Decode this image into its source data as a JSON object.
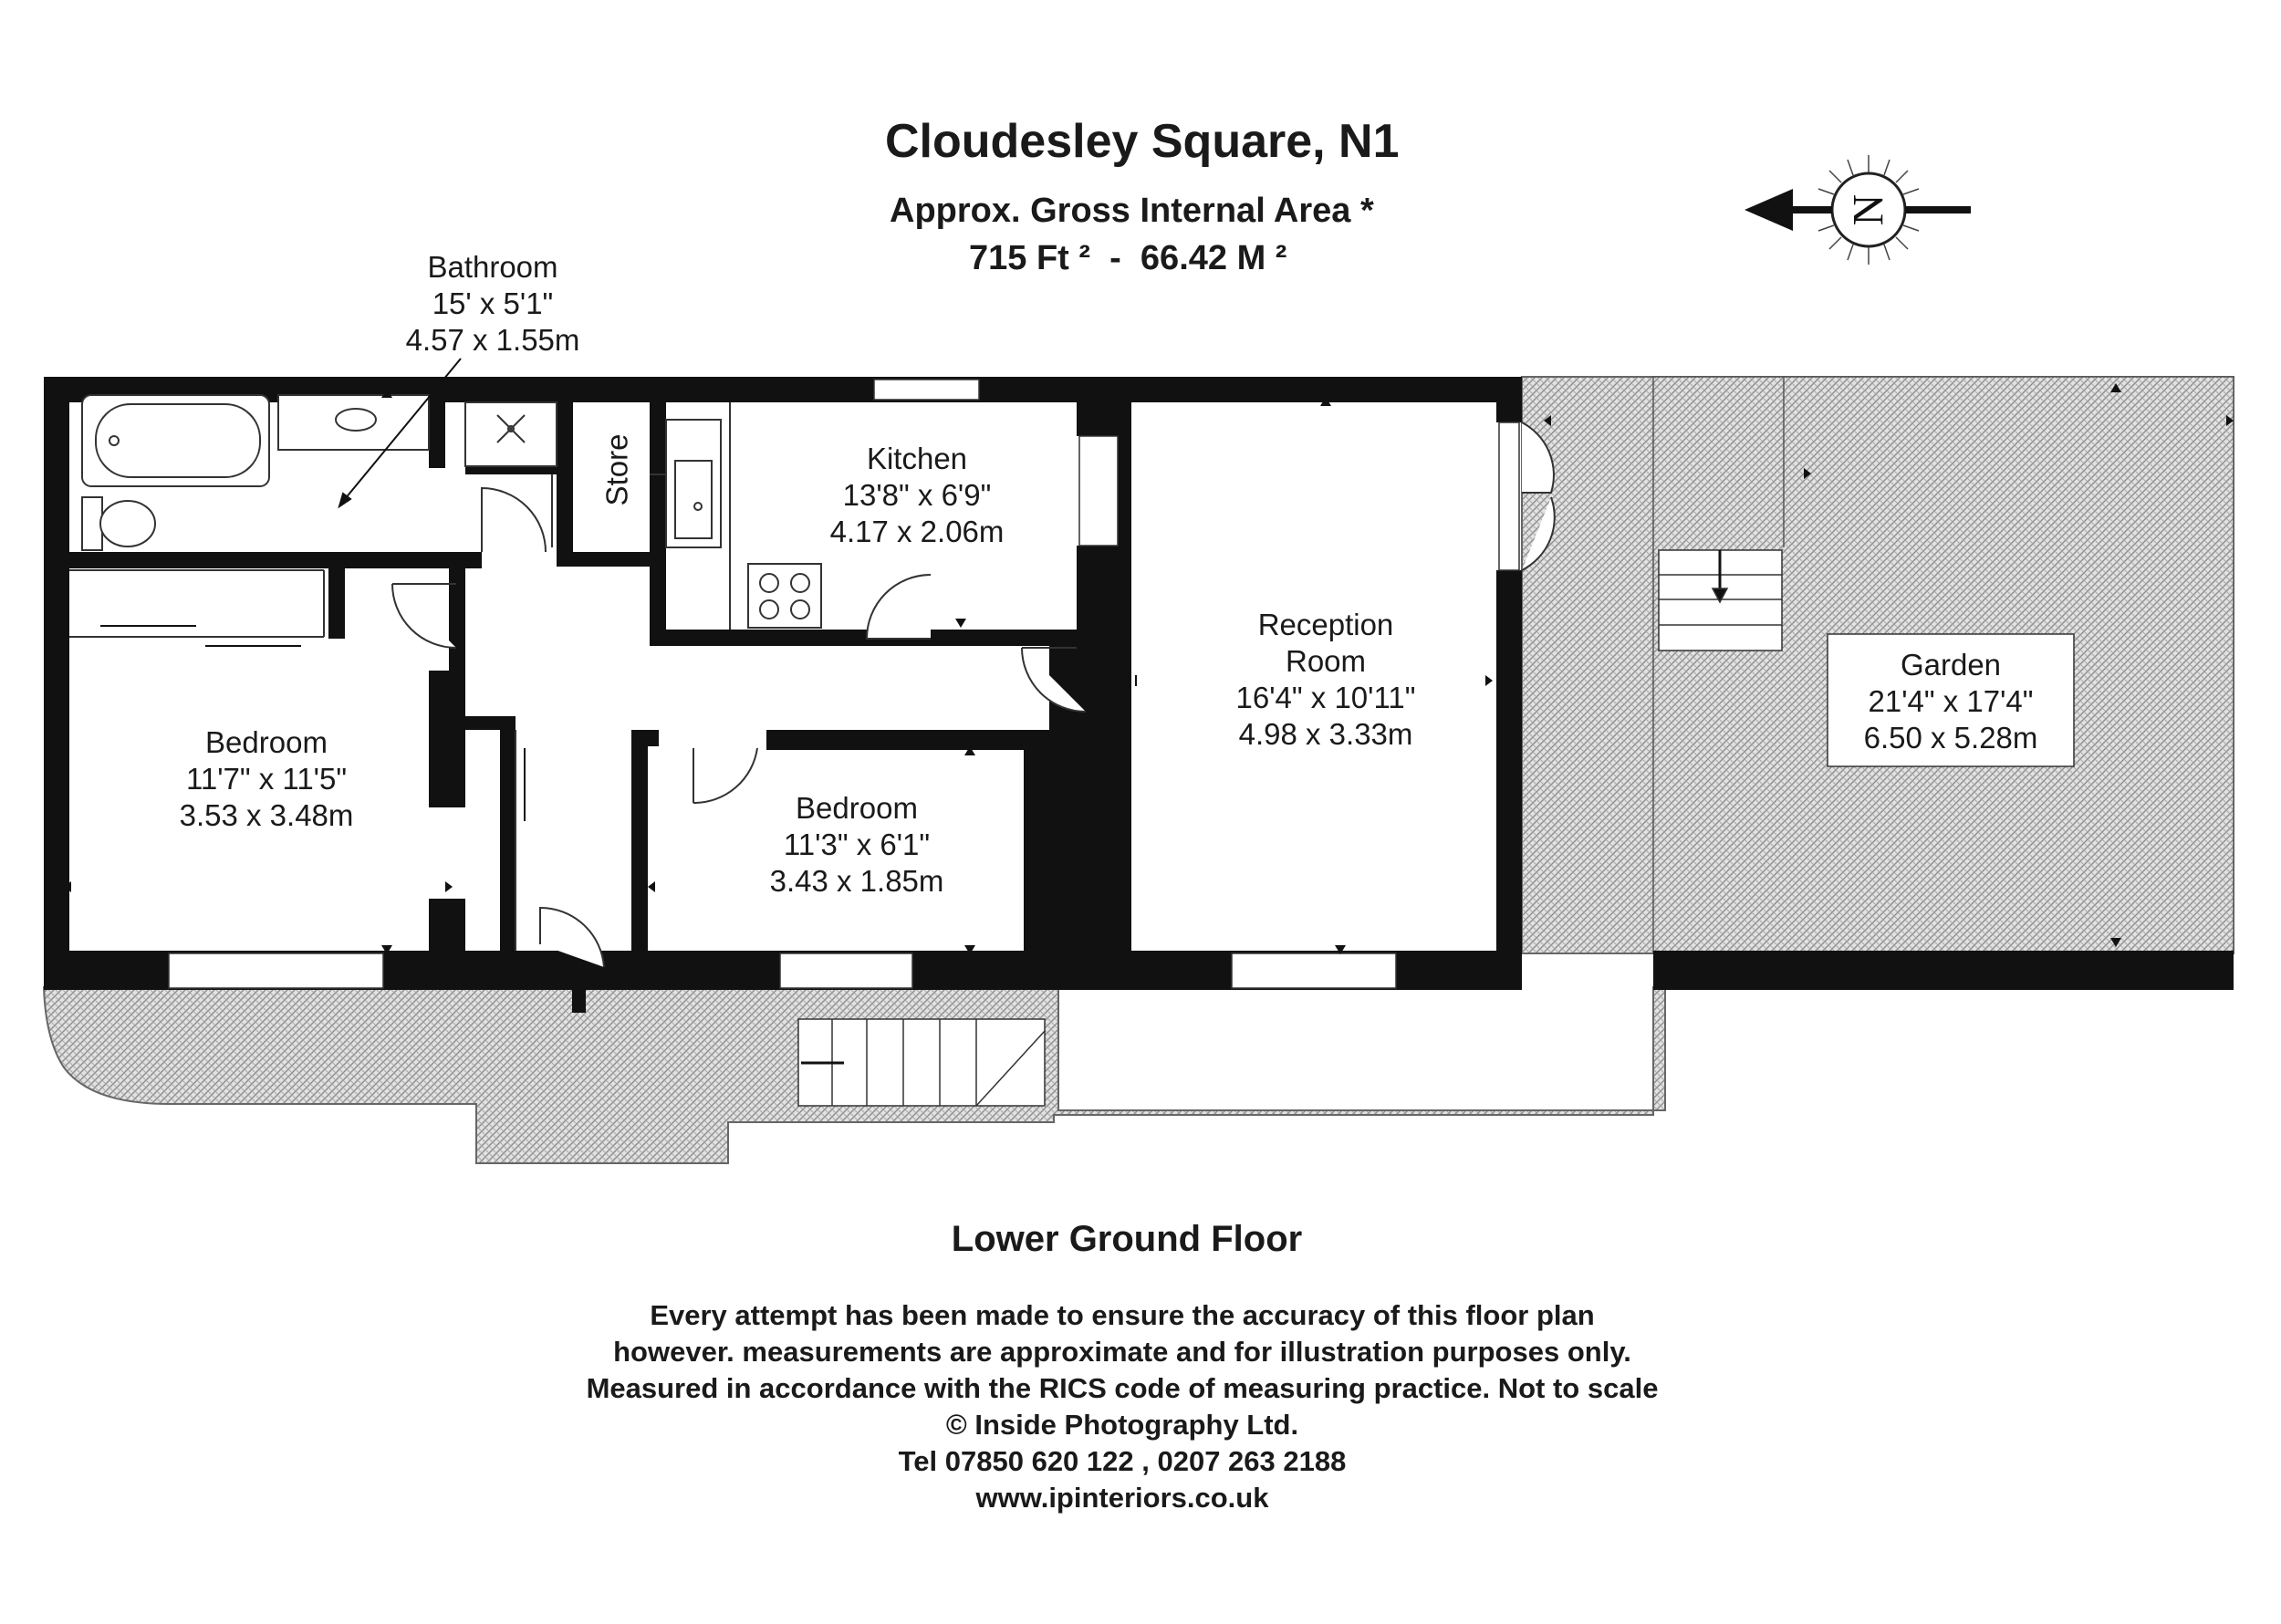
{
  "header": {
    "title": "Cloudesley Square, N1",
    "area_label": "Approx. Gross Internal Area *",
    "area_value": "715 Ft ²  -  66.42 M ²"
  },
  "compass": {
    "label": "N"
  },
  "rooms": {
    "bathroom": {
      "name": "Bathroom",
      "imperial": "15' x 5'1\"",
      "metric": "4.57 x 1.55m"
    },
    "store": {
      "name": "Store"
    },
    "kitchen": {
      "name": "Kitchen",
      "imperial": "13'8\" x 6'9\"",
      "metric": "4.17 x 2.06m"
    },
    "reception": {
      "name_line1": "Reception",
      "name_line2": "Room",
      "imperial": "16'4\" x 10'11\"",
      "metric": "4.98 x 3.33m"
    },
    "garden": {
      "name": "Garden",
      "imperial": "21'4\" x 17'4\"",
      "metric": "6.50 x 5.28m"
    },
    "bedroom_1": {
      "name": "Bedroom",
      "imperial": "11'7\" x 11'5\"",
      "metric": "3.53 x 3.48m"
    },
    "bedroom_2": {
      "name": "Bedroom",
      "imperial": "11'3\" x 6'1\"",
      "metric": "3.43 x 1.85m"
    }
  },
  "floor_label": "Lower Ground Floor",
  "disclaimer": {
    "line1": "Every attempt has been made to ensure the accuracy of this floor plan",
    "line2": "however. measurements are approximate and for illustration purposes only.",
    "line3": "Measured in accordance with the RICS code of measuring practice. Not to scale",
    "line4": "© Inside Photography Ltd.",
    "line5": "Tel 07850 620 122 , 0207 263 2188",
    "line6": "www.ipinteriors.co.uk"
  },
  "colors": {
    "wall": "#111111",
    "hatch": "#bdbdbd",
    "background": "#ffffff"
  }
}
